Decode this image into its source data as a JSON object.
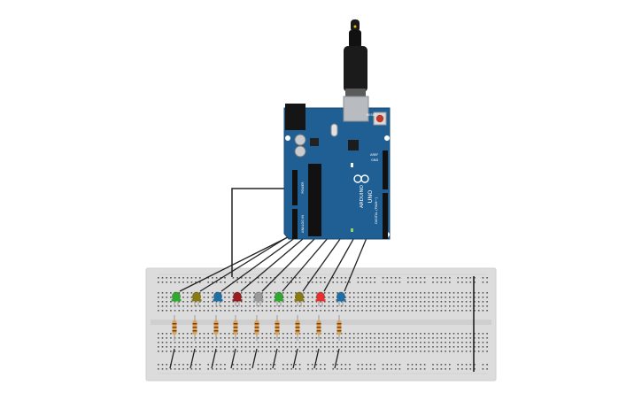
{
  "board": {
    "brand": "ARDUINO",
    "model": "UNO",
    "power_header_label": "POWER",
    "analog_header_label": "ANALOG IN",
    "digital_header_label": "DIGITAL (PWM~)",
    "aref_label": "AREF",
    "gnd_label": "GND",
    "reset_label": "RESET",
    "body_color": "#1f5f93",
    "reset_button_color": "#c0392b"
  },
  "breadboard": {
    "color": "#dcdcdc"
  },
  "leds": [
    {
      "color": "#2faa2f"
    },
    {
      "color": "#8a7a10"
    },
    {
      "color": "#1d6fa5"
    },
    {
      "color": "#9b1c1c"
    },
    {
      "color": "#9a9a9a"
    },
    {
      "color": "#2faa2f"
    },
    {
      "color": "#8a7a10"
    },
    {
      "color": "#e83030"
    },
    {
      "color": "#1d6fa5"
    }
  ],
  "resistor_count": 9,
  "wire_color": "#222222"
}
